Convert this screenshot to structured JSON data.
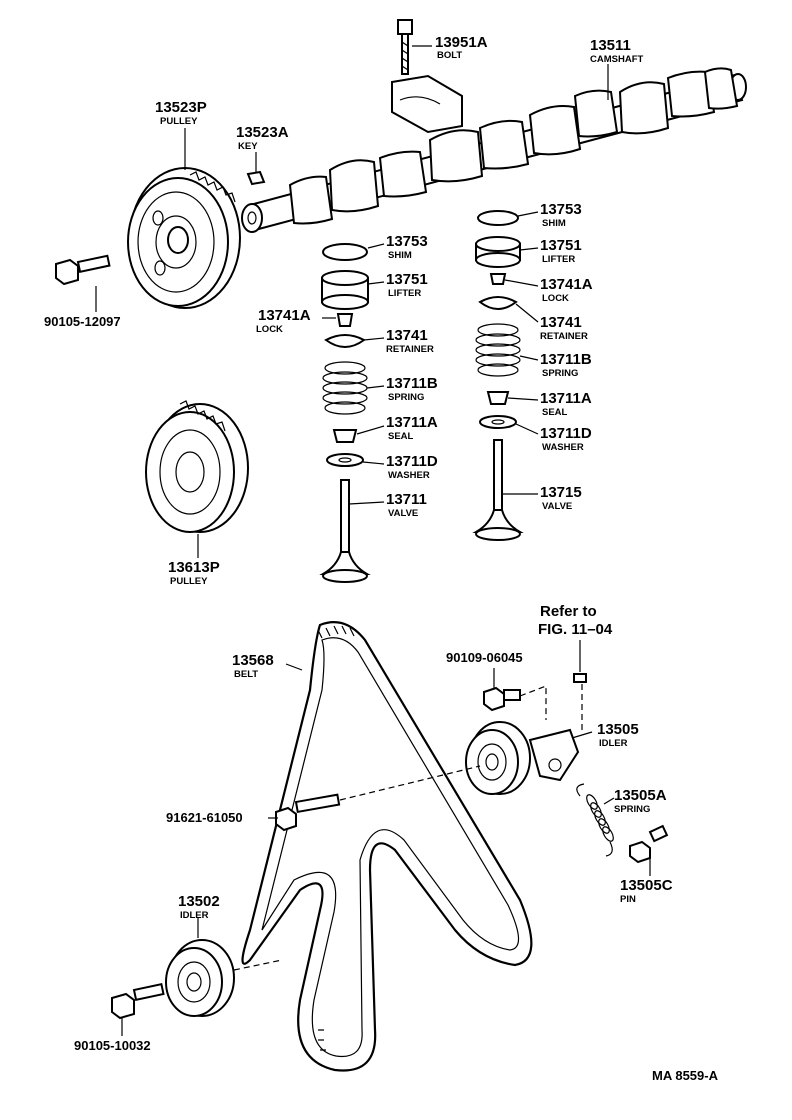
{
  "diagram": {
    "callouts": {
      "bolt_13951a": {
        "number": "13951A",
        "name": "BOLT"
      },
      "camshaft": {
        "number": "13511",
        "name": "CAMSHAFT"
      },
      "pulley_13523p": {
        "number": "13523P",
        "name": "PULLEY"
      },
      "key": {
        "number": "13523A",
        "name": "KEY"
      },
      "bolt_90105_12097": {
        "number": "90105-12097"
      },
      "shim_l": {
        "number": "13753",
        "name": "SHIM"
      },
      "lifter_l": {
        "number": "13751",
        "name": "LIFTER"
      },
      "lock_l": {
        "number": "13741A",
        "name": "LOCK"
      },
      "retainer_l": {
        "number": "13741",
        "name": "RETAINER"
      },
      "spring_l": {
        "number": "13711B",
        "name": "SPRING"
      },
      "seal_l": {
        "number": "13711A",
        "name": "SEAL"
      },
      "washer_l": {
        "number": "13711D",
        "name": "WASHER"
      },
      "valve_l": {
        "number": "13711",
        "name": "VALVE"
      },
      "shim_r": {
        "number": "13753",
        "name": "SHIM"
      },
      "lifter_r": {
        "number": "13751",
        "name": "LIFTER"
      },
      "lock_r": {
        "number": "13741A",
        "name": "LOCK"
      },
      "retainer_r": {
        "number": "13741",
        "name": "RETAINER"
      },
      "spring_r": {
        "number": "13711B",
        "name": "SPRING"
      },
      "seal_r": {
        "number": "13711A",
        "name": "SEAL"
      },
      "washer_r": {
        "number": "13711D",
        "name": "WASHER"
      },
      "valve_r": {
        "number": "13715",
        "name": "VALVE"
      },
      "pulley_13613p": {
        "number": "13613P",
        "name": "PULLEY"
      },
      "belt": {
        "number": "13568",
        "name": "BELT"
      },
      "bolt_90109_06045": {
        "number": "90109-06045"
      },
      "idler_13505": {
        "number": "13505",
        "name": "IDLER"
      },
      "spring_13505a": {
        "number": "13505A",
        "name": "SPRING"
      },
      "bolt_91621_61050": {
        "number": "91621-61050"
      },
      "pin_13505c": {
        "number": "13505C",
        "name": "PIN"
      },
      "idler_13502": {
        "number": "13502",
        "name": "IDLER"
      },
      "bolt_90105_10032": {
        "number": "90105-10032"
      }
    },
    "reference": {
      "line1": "Refer to",
      "line2": "FIG. 11–04"
    },
    "figure_code": "MA  8559-A"
  }
}
